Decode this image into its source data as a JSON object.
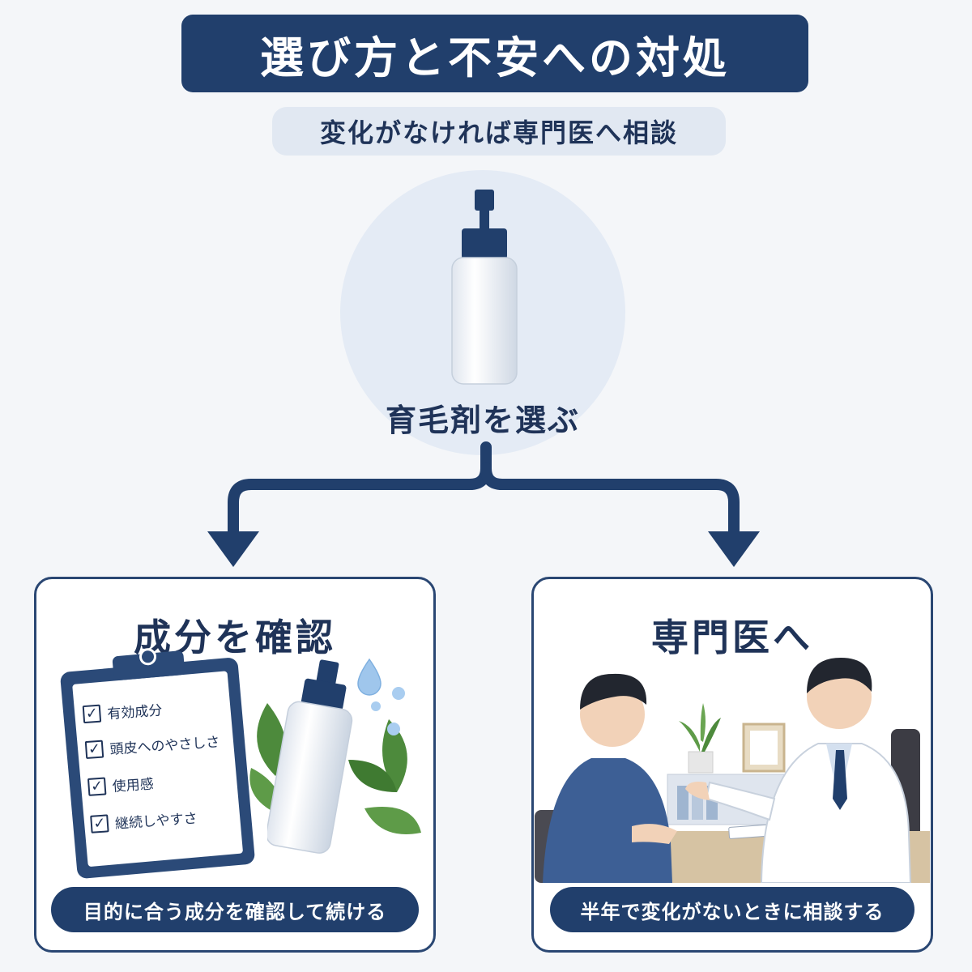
{
  "title": "選び方と不安への対処",
  "subtitle": "変化がなければ専門医へ相談",
  "center": {
    "label": "育毛剤を選ぶ"
  },
  "left_panel": {
    "heading": "成分を確認",
    "checklist": [
      "有効成分",
      "頭皮へのやさしさ",
      "使用感",
      "継続しやすさ"
    ],
    "caption": "目的に合う成分を確認して続ける"
  },
  "right_panel": {
    "heading": "専門医へ",
    "caption": "半年で変化がないときに相談する"
  },
  "colors": {
    "navy": "#213f6c",
    "light_blue": "#e4ebf5",
    "leaf_green": "#4d8a3c",
    "background": "#f4f6f9"
  },
  "icons": [
    "spray-bottle-icon",
    "clipboard-icon",
    "leaf-icon",
    "water-drop-icon",
    "doctor-icon",
    "patient-icon",
    "plant-icon"
  ]
}
